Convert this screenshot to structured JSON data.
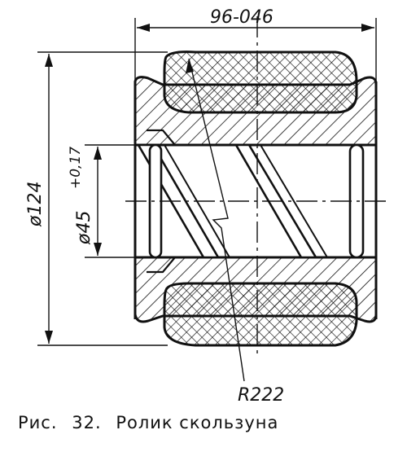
{
  "dimensions": {
    "width_label": "96-046",
    "outer_diameter_label": "ø124",
    "bore_diameter_label": "ø45",
    "bore_tolerance_label": "+0,17",
    "radius_label": "R222"
  },
  "caption": {
    "prefix": "Рис.",
    "number": "32.",
    "title": "Ролик скользуна"
  }
}
